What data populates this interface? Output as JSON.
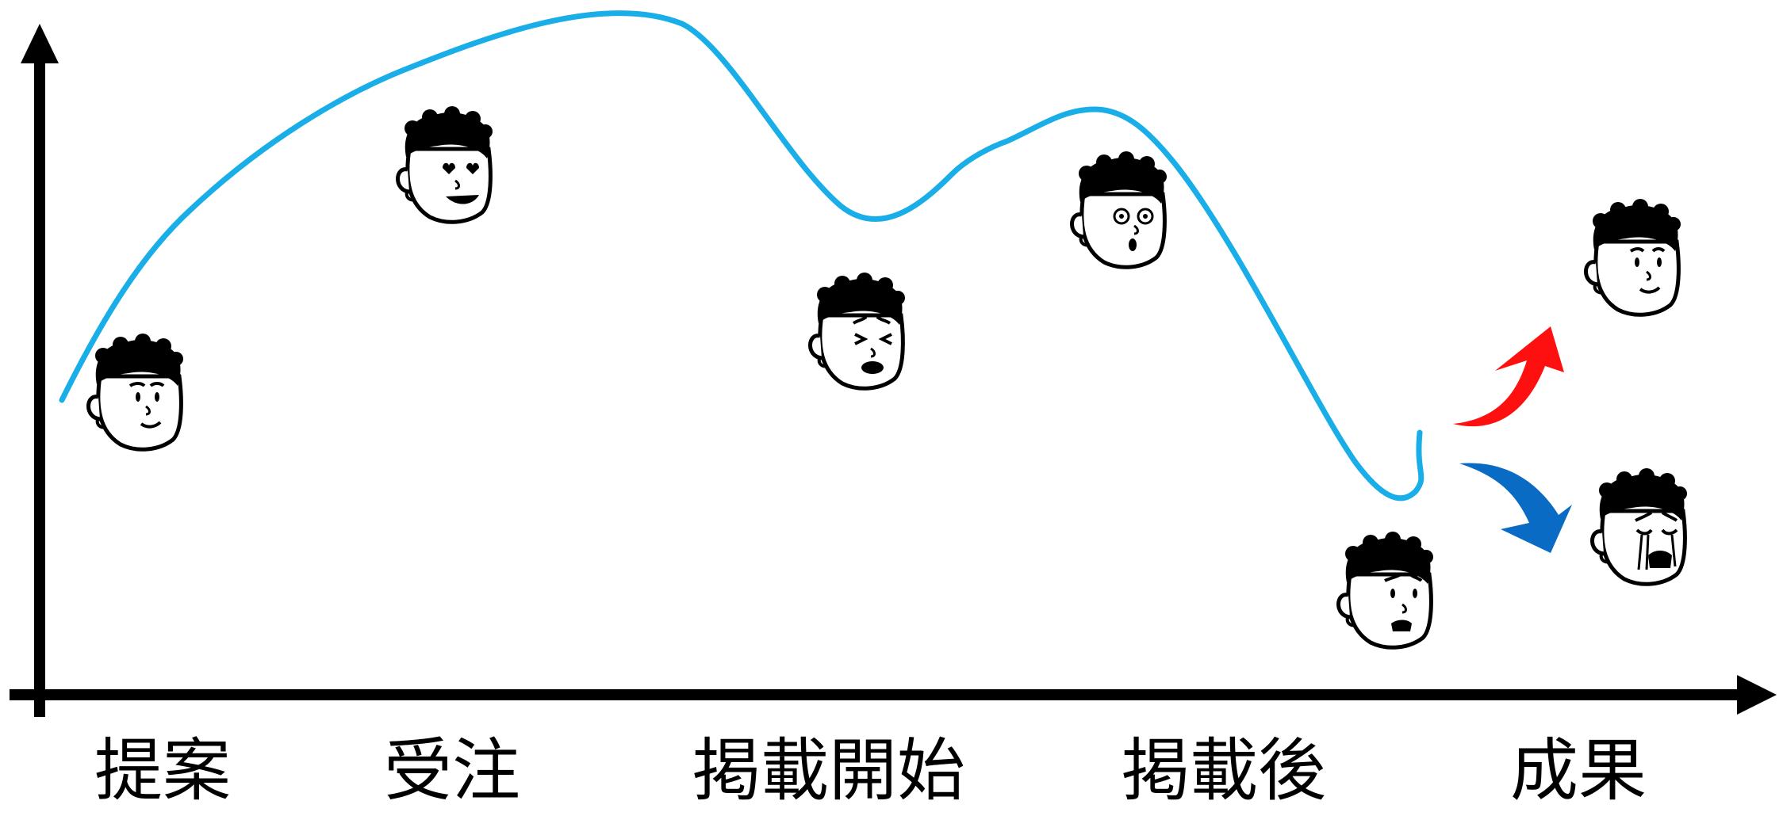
{
  "stages": [
    {
      "label": "提案",
      "mood": "neutral"
    },
    {
      "label": "受注",
      "mood": "love"
    },
    {
      "label": "掲載開始",
      "mood": "worried"
    },
    {
      "label": "掲載後",
      "mood": "surprised"
    },
    {
      "label": "成果",
      "mood": "outcome"
    }
  ],
  "faces": [
    {
      "name": "face-proposal-neutral-icon",
      "mood": "neutral"
    },
    {
      "name": "face-order-love-icon",
      "mood": "love"
    },
    {
      "name": "face-launch-worried-icon",
      "mood": "worried"
    },
    {
      "name": "face-post-surprised-icon",
      "mood": "surprised"
    },
    {
      "name": "face-bottom-anxious-icon",
      "mood": "anxious"
    },
    {
      "name": "face-result-happy-icon",
      "mood": "happy"
    },
    {
      "name": "face-result-crying-icon",
      "mood": "crying"
    }
  ],
  "colors": {
    "curve": "#1aaee8",
    "axis": "#000000",
    "arrow_up": "#ff1010",
    "arrow_down": "#0a6bc4"
  }
}
